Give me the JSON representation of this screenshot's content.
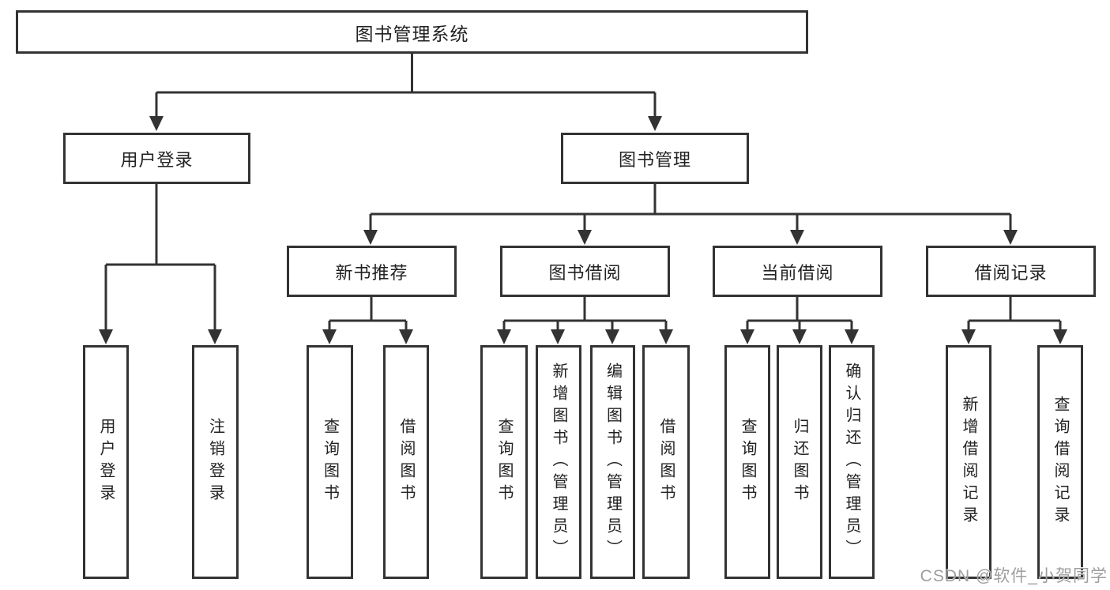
{
  "colors": {
    "line": "#333333",
    "text": "#222222",
    "muted": "#9e9e9e",
    "bg": "#ffffff"
  },
  "watermark": "CSDN @软件_小贺同学",
  "tree": {
    "root": "图书管理系统",
    "user_login": {
      "label": "用户登录",
      "children": [
        "用户登录",
        "注销登录"
      ]
    },
    "book_mgmt": {
      "label": "图书管理",
      "new_books": {
        "label": "新书推荐",
        "children": [
          "查询图书",
          "借阅图书"
        ]
      },
      "borrowing": {
        "label": "图书借阅",
        "children": [
          "查询图书",
          "新增图书（管理员）",
          "编辑图书（管理员）",
          "借阅图书"
        ]
      },
      "current": {
        "label": "当前借阅",
        "children": [
          "查询图书",
          "归还图书",
          "确认归还（管理员）"
        ]
      },
      "records": {
        "label": "借阅记录",
        "children": [
          "新增借阅记录",
          "查询借阅记录"
        ]
      }
    }
  }
}
